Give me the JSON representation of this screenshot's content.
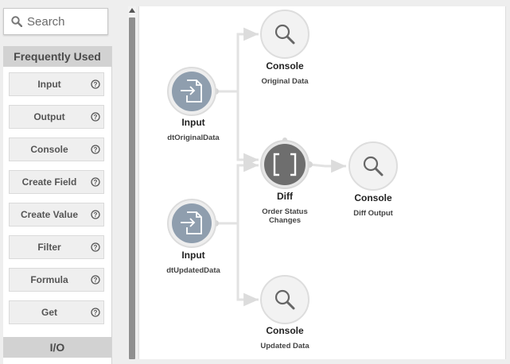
{
  "search": {
    "placeholder": "Search"
  },
  "palette": {
    "frequently_used_title": "Frequently Used",
    "items": [
      {
        "label": "Input",
        "icon": "help-icon"
      },
      {
        "label": "Output",
        "icon": "help-icon"
      },
      {
        "label": "Console",
        "icon": "help-icon"
      },
      {
        "label": "Create Field",
        "icon": "help-icon"
      },
      {
        "label": "Create Value",
        "icon": "help-icon"
      },
      {
        "label": "Filter",
        "icon": "help-icon"
      },
      {
        "label": "Formula",
        "icon": "help-icon"
      },
      {
        "label": "Get",
        "icon": "help-icon"
      }
    ],
    "io_title": "I/O"
  },
  "canvas": {
    "nodes": [
      {
        "id": "input1",
        "type": "Input",
        "label": "dtOriginalData",
        "icon": "file-import-icon",
        "color": "#8f9eae"
      },
      {
        "id": "input2",
        "type": "Input",
        "label": "dtUpdatedData",
        "icon": "file-import-icon",
        "color": "#8f9eae"
      },
      {
        "id": "console1",
        "type": "Console",
        "label": "Original Data",
        "icon": "magnifier-icon",
        "color": "#f2f2f2"
      },
      {
        "id": "diff",
        "type": "Diff",
        "label": "Order Status Changes",
        "icon": "brackets-icon",
        "color": "#6e6e6e"
      },
      {
        "id": "console2",
        "type": "Console",
        "label": "Diff Output",
        "icon": "magnifier-icon",
        "color": "#f2f2f2"
      },
      {
        "id": "console3",
        "type": "Console",
        "label": "Updated Data",
        "icon": "magnifier-icon",
        "color": "#f2f2f2"
      }
    ]
  }
}
